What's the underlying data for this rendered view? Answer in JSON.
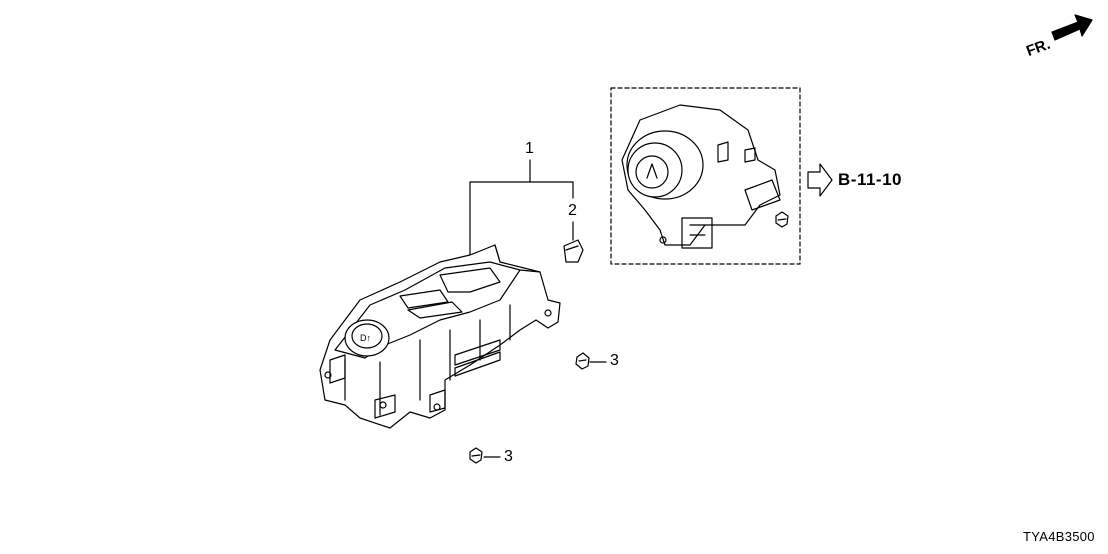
{
  "direction_label": "FR.",
  "callouts": {
    "part_1": "1",
    "part_2": "2",
    "part_3_upper": "3",
    "part_3_lower": "3"
  },
  "reference": "B-11-10",
  "diagram_code": "TYA4B3500"
}
